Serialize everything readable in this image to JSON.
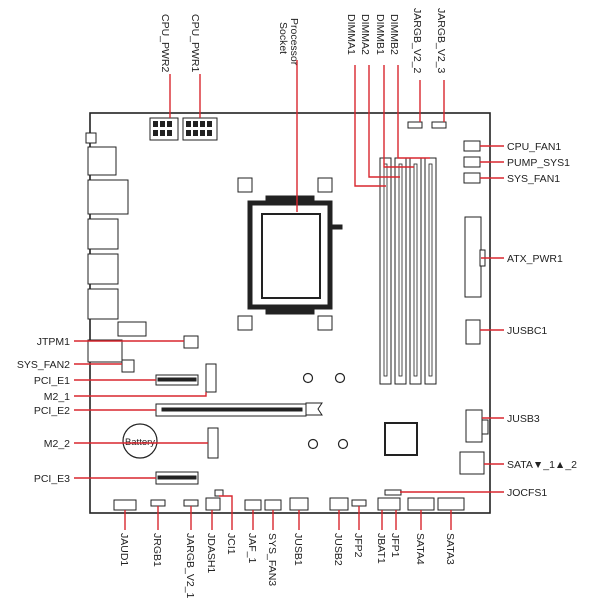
{
  "labels": {
    "cpu_pwr2": "CPU_PWR2",
    "cpu_pwr1": "CPU_PWR1",
    "processor": "Processor",
    "socket": "Socket",
    "dimma1": "DIMMA1",
    "dimma2": "DIMMA2",
    "dimmb1": "DIMMB1",
    "dimmb2": "DIMMB2",
    "jargb_v2_2": "JARGB_V2_2",
    "jargb_v2_3": "JARGB_V2_3",
    "cpu_fan1": "CPU_FAN1",
    "pump_sys1": "PUMP_SYS1",
    "sys_fan1": "SYS_FAN1",
    "atx_pwr1": "ATX_PWR1",
    "jusbc1": "JUSBC1",
    "jusb3": "JUSB3",
    "sata12": "SATA▼_1▲_2",
    "jocfs1": "JOCFS1",
    "jtpm1": "JTPM1",
    "sys_fan2": "SYS_FAN2",
    "pci_e1": "PCI_E1",
    "m2_1": "M2_1",
    "pci_e2": "PCI_E2",
    "m2_2": "M2_2",
    "pci_e3": "PCI_E3",
    "battery": "Battery",
    "jaud1": "JAUD1",
    "jrgb1": "JRGB1",
    "jargb_v2_1": "JARGB_V2_1",
    "jdash1": "JDASH1",
    "jci1": "JCI1",
    "jaf_1": "JAF_1",
    "sys_fan3": "SYS_FAN3",
    "jusb1": "JUSB1",
    "jusb2": "JUSB2",
    "jfp2": "JFP2",
    "jbat1": "JBAT1",
    "jfp1": "JFP1",
    "sata4": "SATA4",
    "sata3": "SATA3"
  },
  "colors": {
    "leader": "#d8262e",
    "outline": "#222222",
    "background": "#ffffff"
  }
}
